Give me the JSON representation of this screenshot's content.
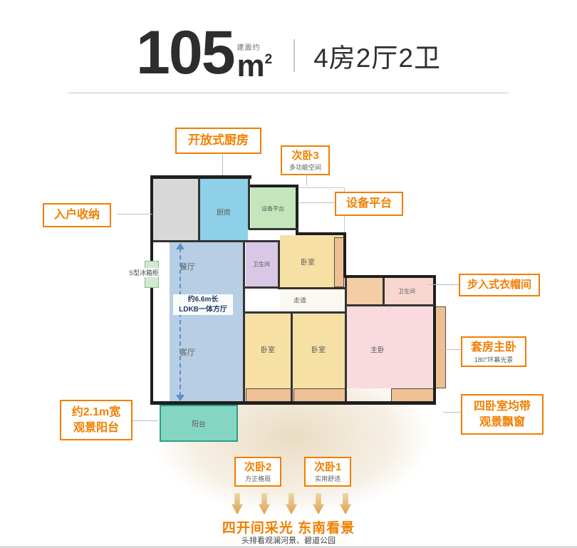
{
  "header": {
    "approx_label": "建面约",
    "area_number": "105",
    "area_unit": "m",
    "area_exponent": "2",
    "layout_text": "4房2厅2卫"
  },
  "callouts": {
    "open_kitchen": {
      "title": "开放式厨房"
    },
    "bedroom3": {
      "title": "次卧3",
      "subtitle": "多功能空间"
    },
    "equipment_platform": {
      "title": "设备平台"
    },
    "entry_storage": {
      "title": "入户收纳"
    },
    "walk_in_closet": {
      "title": "步入式衣帽间"
    },
    "master_suite": {
      "title": "套房主卧",
      "subtitle": "180°环幕光景"
    },
    "bay_window": {
      "title": "四卧室均带观景飘窗"
    },
    "view_balcony": {
      "title": "约2.1m宽观景阳台"
    },
    "bedroom2": {
      "title": "次卧2",
      "subtitle": "方正格局"
    },
    "bedroom1": {
      "title": "次卧1",
      "subtitle": "实用舒适"
    }
  },
  "rooms": {
    "kitchen": "厨房",
    "equipment_platform": "设备平台",
    "dining": "餐厅",
    "bath1": "卫生间",
    "bedroom_top": "卧室",
    "corridor": "走道",
    "living": "客厅",
    "bedroom_left": "卧室",
    "bedroom_right": "卧室",
    "master": "主卧",
    "bath2": "卫生间",
    "balcony": "阳台"
  },
  "annotations": {
    "fridge_cabinet": "S型冰箱柜",
    "hall_length_line1": "约6.6m长",
    "hall_length_line2": "LDKB一体方厅"
  },
  "footer": {
    "headline": "四开间采光 东南看景",
    "subline": "头排看观澜河景、碧道公园"
  },
  "colors": {
    "accent_orange": "#f07f00",
    "kitchen_blue": "#8dd0e7",
    "living_blue": "#b7cee5",
    "bedroom_yellow": "#f6e0a4",
    "bath_purple": "#dac7e5",
    "master_pink": "#f9dade",
    "balcony_green": "#84d6c2",
    "platform_green": "#c3e6bd",
    "bay_tan": "#eec093",
    "entry_gray": "#d8d8d8"
  }
}
